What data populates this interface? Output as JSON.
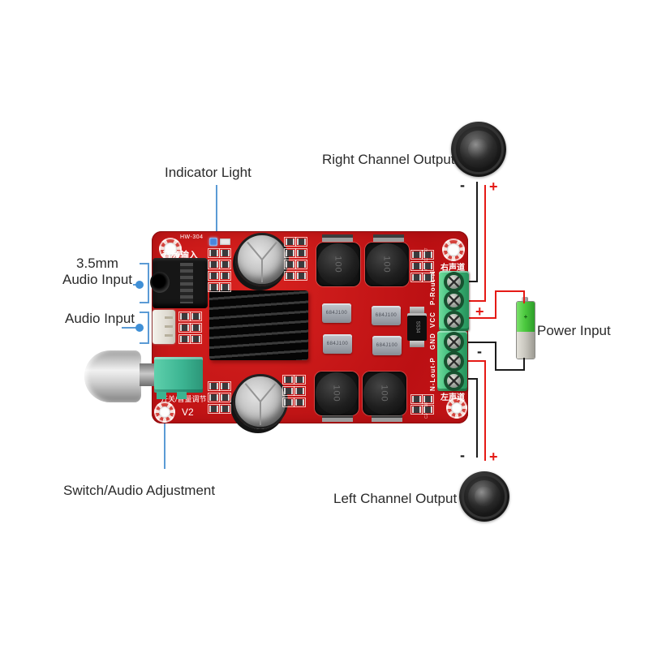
{
  "callouts": {
    "indicator_light": "Indicator Light",
    "input35_line1": "3.5mm",
    "input35_line2": "Audio Input",
    "audio_input": "Audio Input",
    "switch_adjust": "Switch/Audio Adjustment",
    "right_output": "Right Channel Output",
    "left_output": "Left Channel Output",
    "power_input": "Power Input"
  },
  "polarity": {
    "plus": "+",
    "minus": "-"
  },
  "board": {
    "model": "HW-304",
    "audio_input_cn": "音频输入",
    "switch_volume_cn": "开关/音量调节",
    "version": "V2",
    "right_channel_cn": "右声道",
    "left_channel_cn": "左声道",
    "label_p_rout_n": "P-Rout-N",
    "label_vcc": "VCC",
    "label_gnd": "GND",
    "label_n_lout_p": "N-Lout-P",
    "ref_top_right": "C20 C23 R7",
    "ref_bottom_right": "C24 C18",
    "inductor_marking": "100",
    "film_cap_marking": "684J100",
    "diode_marking": "SS34"
  },
  "colors": {
    "pcb_red": "#c41417",
    "callout_blue": "#5b9bd5",
    "wire_red": "#e51a15",
    "wire_black": "#1c1c1c",
    "terminal_green": "#3cb878",
    "pot_teal": "#3bb391",
    "battery_green": "#4cc93f"
  }
}
